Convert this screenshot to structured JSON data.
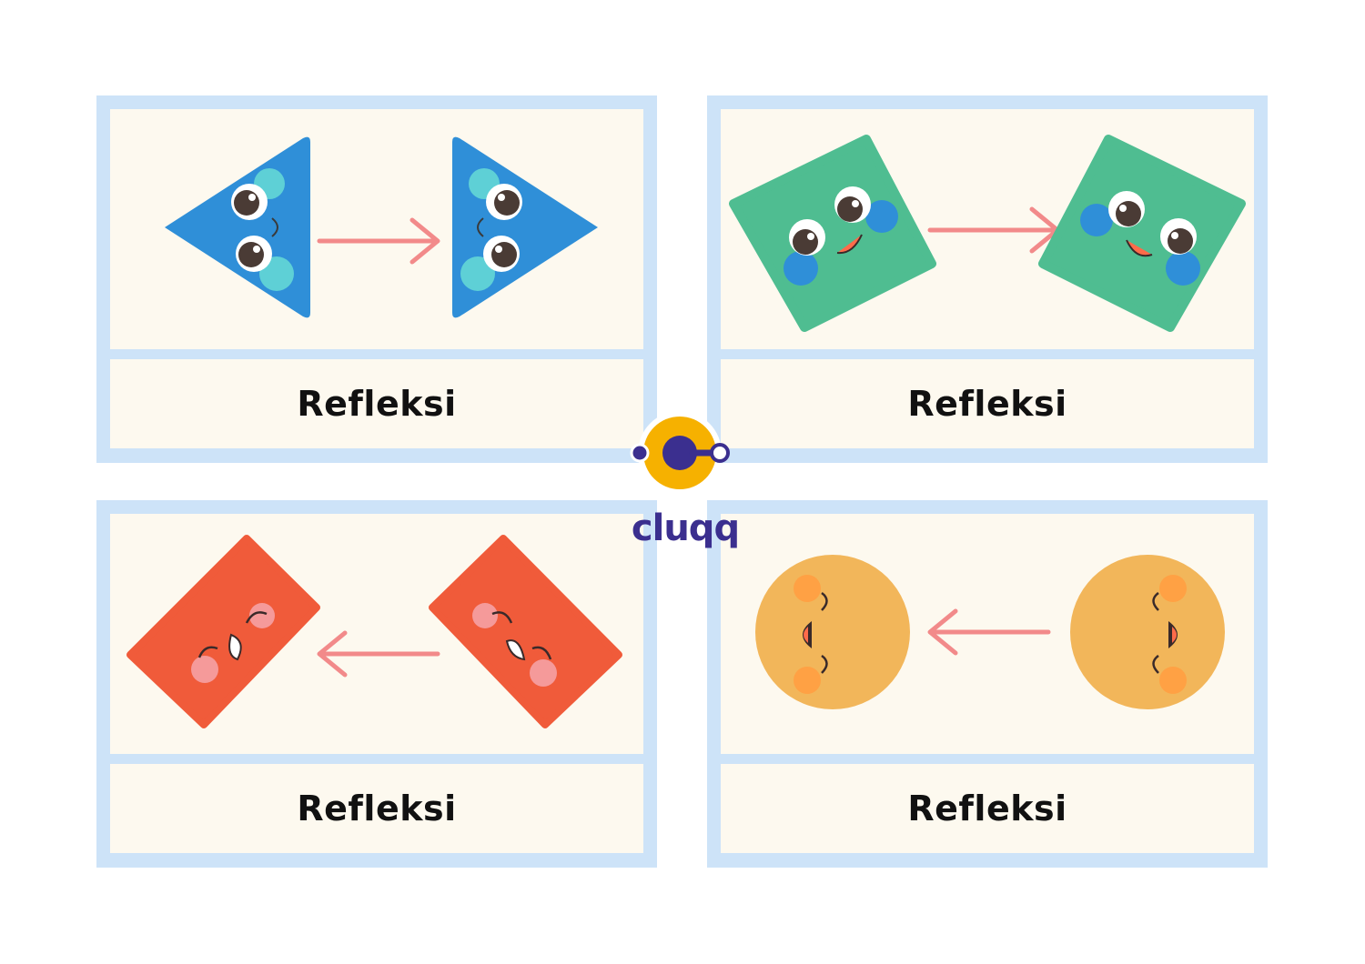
{
  "cards": [
    {
      "label": "Refleksi",
      "shape": "triangle",
      "color": "#2f8fd8",
      "arrow": "right"
    },
    {
      "label": "Refleksi",
      "shape": "square",
      "color": "#4fbd91",
      "arrow": "right"
    },
    {
      "label": "Refleksi",
      "shape": "rectangle",
      "color": "#f05b3a",
      "arrow": "left"
    },
    {
      "label": "Refleksi",
      "shape": "circle",
      "color": "#f2b65a",
      "arrow": "left"
    }
  ],
  "logo": {
    "text": "cluqq",
    "brand_color": "#3b2f8f",
    "accent": "#f6b100"
  },
  "colors": {
    "frame": "#cde3f8",
    "panel": "#fdf9ef",
    "arrow": "#f28a8a"
  }
}
